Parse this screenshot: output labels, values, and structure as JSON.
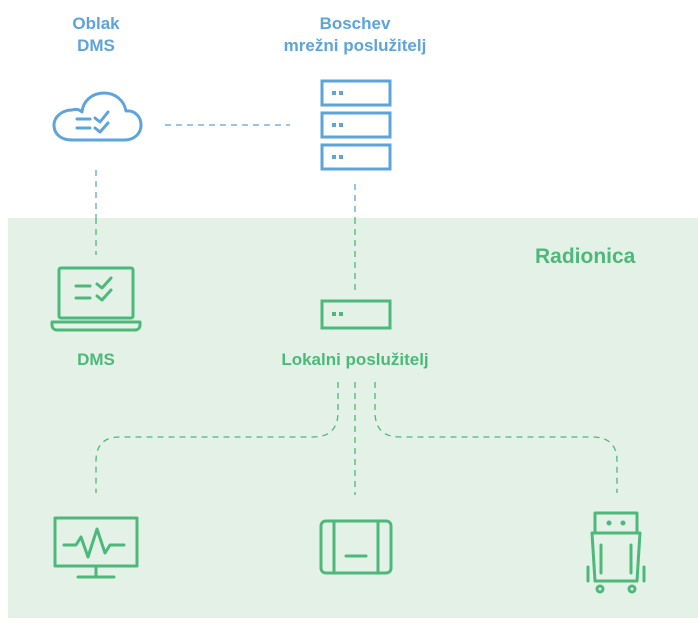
{
  "nodes": {
    "cloud": {
      "line1": "Oblak",
      "line2": "DMS",
      "icon": "cloud-checklist-icon"
    },
    "bosch_server": {
      "line1": "Boschev",
      "line2": "mrežni poslužitelj",
      "icon": "server-rack-icon"
    },
    "workshop": {
      "label": "Radionica"
    },
    "dms": {
      "label": "DMS",
      "icon": "laptop-checklist-icon"
    },
    "local_server": {
      "label": "Lokalni poslužitelj",
      "icon": "local-server-icon"
    },
    "devices": [
      {
        "icon": "monitor-heartbeat-icon"
      },
      {
        "icon": "diagnostic-module-icon"
      },
      {
        "icon": "service-cart-icon"
      }
    ]
  },
  "colors": {
    "blue": "#5ea3db",
    "green": "#4cb97a",
    "workshop_bg": "#e3f1e7"
  }
}
